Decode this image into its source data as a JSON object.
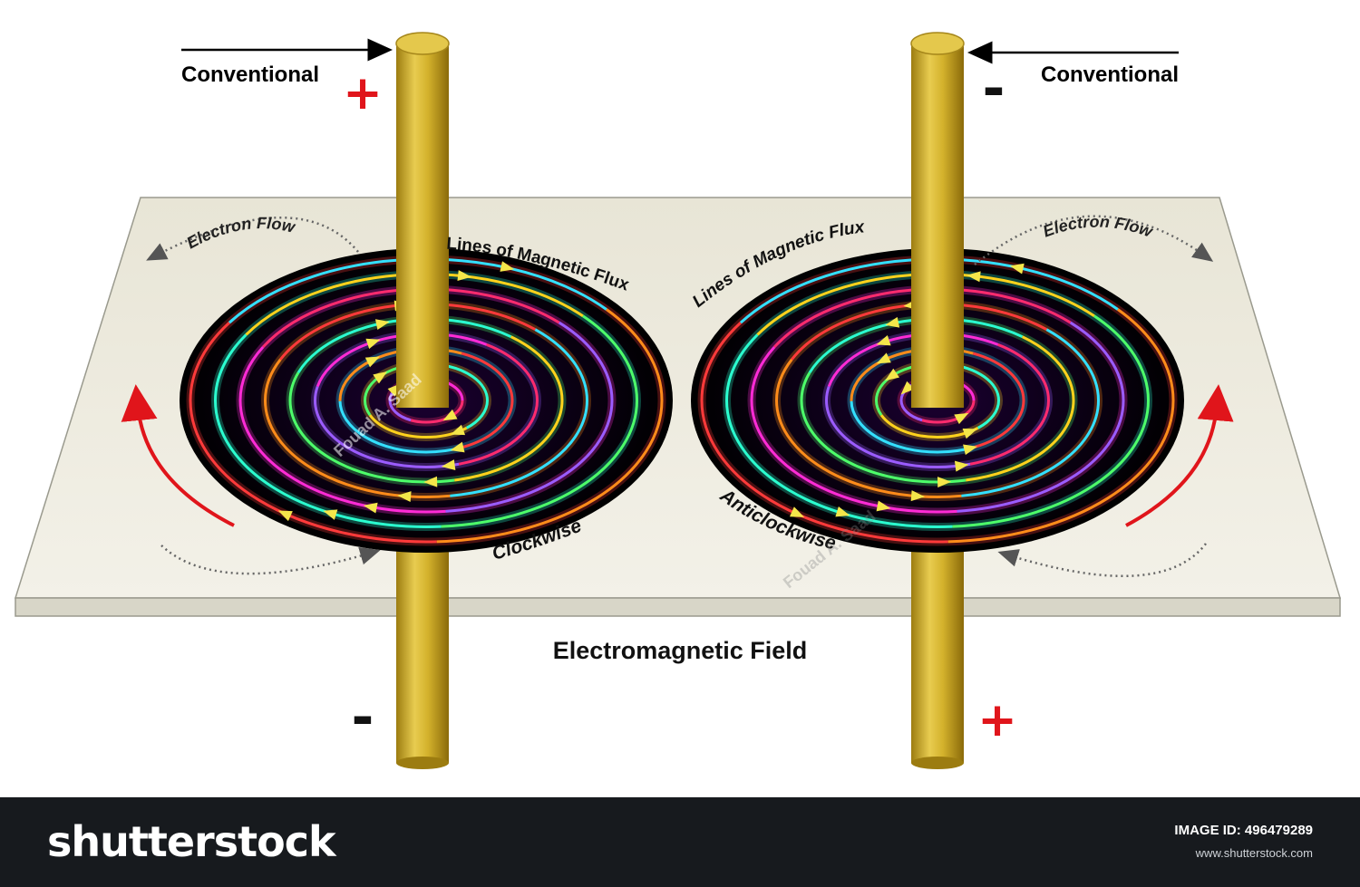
{
  "labels": {
    "conventional_left": "Conventional",
    "conventional_right": "Conventional",
    "electron_flow_left": "Electron Flow",
    "electron_flow_right": "Electron Flow",
    "flux_left": "Lines of Magnetic Flux",
    "flux_right": "Lines of Magnetic Flux",
    "clockwise": "Clockwise",
    "anticlockwise": "Anticlockwise",
    "title": "Electromagnetic Field",
    "watermark_name": "Fouad A. Saad"
  },
  "polarity": {
    "left_top": "+",
    "left_bottom": "-",
    "right_top": "-",
    "right_bottom": "+"
  },
  "footer": {
    "logo": "shutterstock",
    "image_id": "IMAGE ID: 496479289",
    "site": "www.shutterstock.com"
  },
  "colors": {
    "plate": "#ece9dc",
    "conductor": "#d8b830",
    "arrow_red": "#e0151b",
    "plus_red": "#e0151b",
    "flux_arrow": "#f4e64a",
    "footer_bg": "#171a1e"
  },
  "icons": {
    "field_left": "concentric-rings",
    "field_right": "concentric-rings"
  }
}
